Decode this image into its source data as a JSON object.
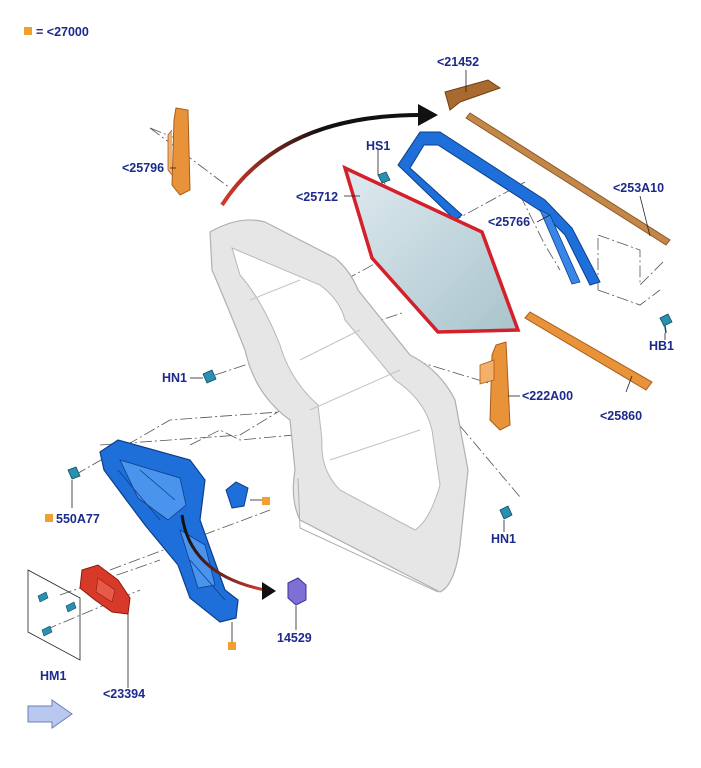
{
  "legend": {
    "text": "= <27000",
    "marker_color": "#f0a030"
  },
  "labels": {
    "p21452": "<21452",
    "p25796": "<25796",
    "hs1": "HS1",
    "p253a10": "<253A10",
    "p25712": "<25712",
    "p25766": "<25766",
    "hb1": "HB1",
    "hn1_top": "HN1",
    "p222a00": "<222A00",
    "p25860": "<25860",
    "p550a77": "550A77",
    "hn1_bottom": "HN1",
    "p14529": "14529",
    "hm1": "HM1",
    "p23394": "<23394"
  },
  "colors": {
    "label_text": "#1c2a8c",
    "blue_part": "#1e6fd9",
    "orange_part": "#e8923a",
    "red_part": "#d83a2a",
    "highlight_outline": "#d4202a",
    "arrow": "#111111",
    "door_panel": "#e6e6e6",
    "purple_part": "#7d6fd6"
  }
}
